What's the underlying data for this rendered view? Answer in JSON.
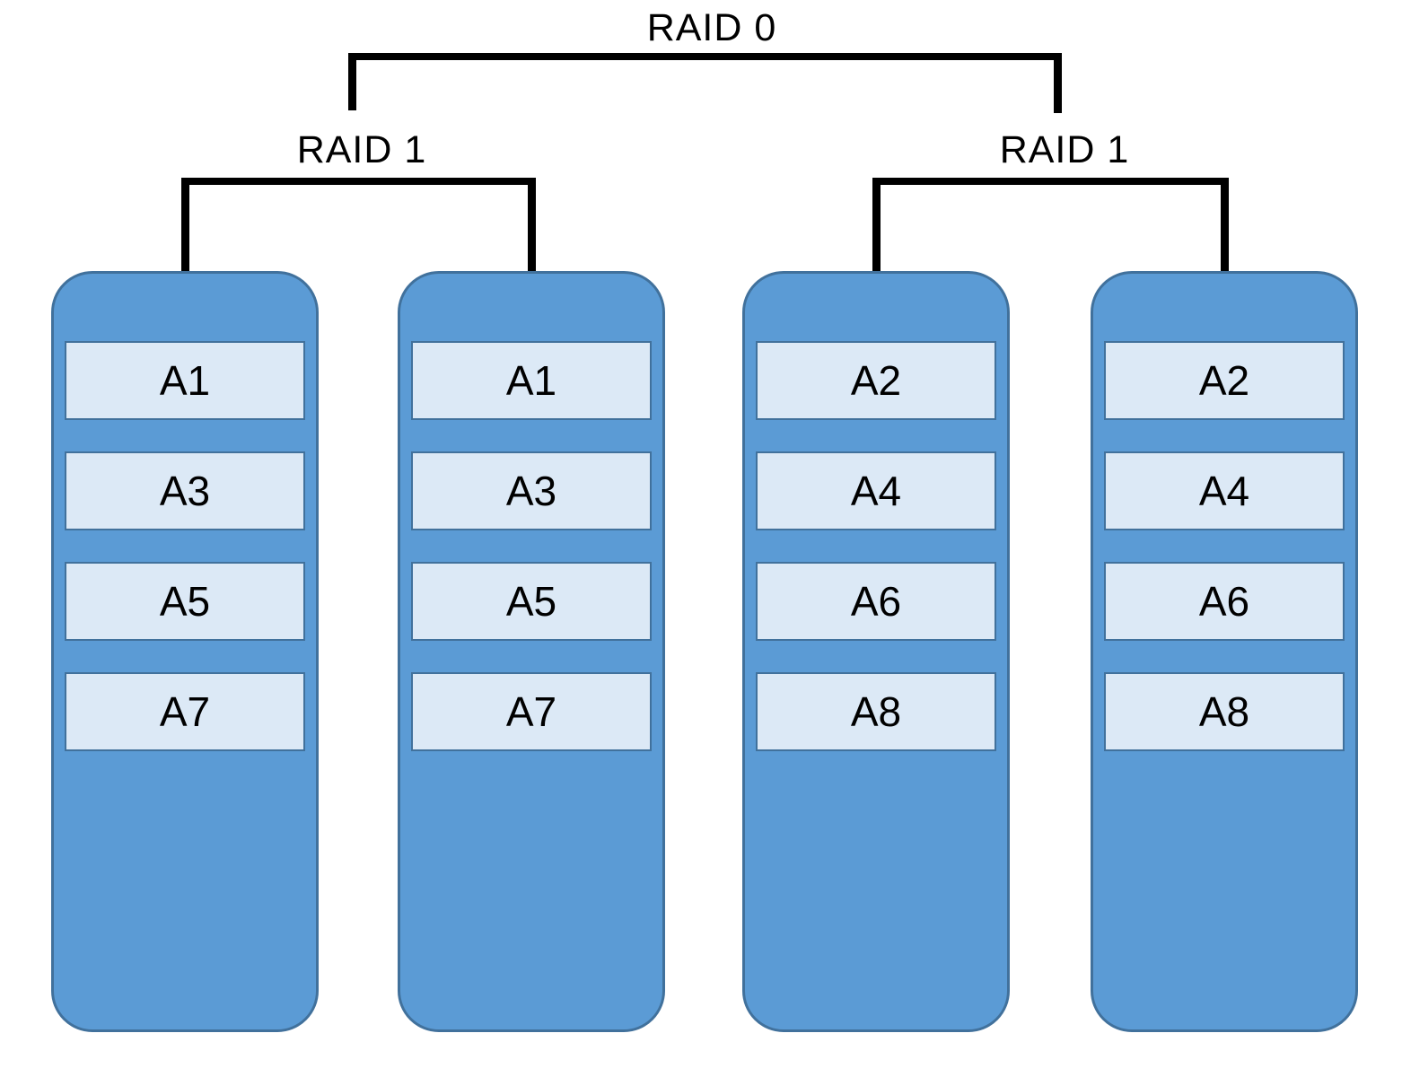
{
  "diagram": {
    "root_label": "RAID 0",
    "groups": [
      {
        "label": "RAID 1",
        "disks": [
          {
            "blocks": [
              "A1",
              "A3",
              "A5",
              "A7"
            ]
          },
          {
            "blocks": [
              "A1",
              "A3",
              "A5",
              "A7"
            ]
          }
        ]
      },
      {
        "label": "RAID 1",
        "disks": [
          {
            "blocks": [
              "A2",
              "A4",
              "A6",
              "A8"
            ]
          },
          {
            "blocks": [
              "A2",
              "A4",
              "A6",
              "A8"
            ]
          }
        ]
      }
    ],
    "colors": {
      "disk_fill": "#5b9bd5",
      "disk_border": "#41719c",
      "block_fill": "#dce9f6",
      "block_border": "#41719c",
      "connector": "#000000",
      "text": "#000000",
      "background": "#ffffff"
    }
  }
}
